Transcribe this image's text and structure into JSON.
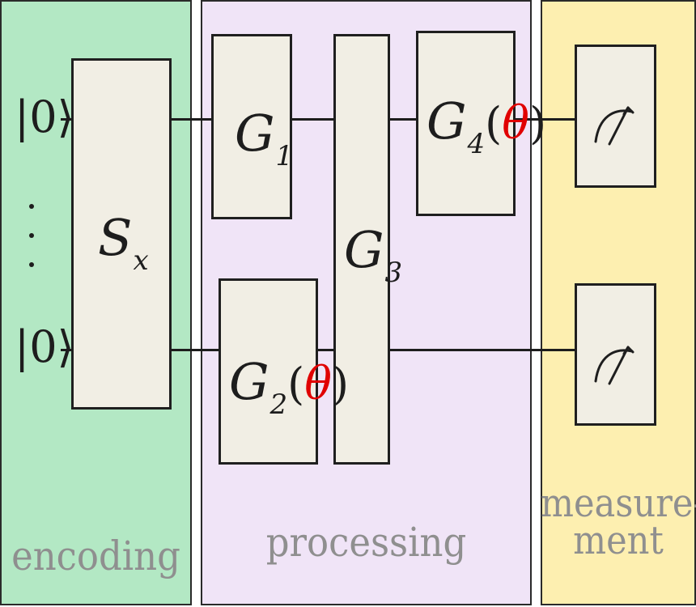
{
  "colors": {
    "encoding_bg": "#b3e8c4",
    "processing_bg": "#f0e4f7",
    "measurement_bg": "#fdefb0",
    "gate_fill": "#f1eee4",
    "theta_color": "#e00000",
    "label_color": "#8f8f8f"
  },
  "panels": {
    "encoding": {
      "label": "encoding"
    },
    "processing": {
      "label": "processing"
    },
    "measurement": {
      "label": "measure-\nment"
    }
  },
  "qubits": {
    "top": "|0⟩",
    "bottom": "|0⟩"
  },
  "gates": {
    "sx": {
      "main": "S",
      "sub": "x"
    },
    "g1": {
      "main": "G",
      "sub": "1"
    },
    "g2": {
      "main": "G",
      "sub": "2",
      "param": "θ"
    },
    "g3": {
      "main": "G",
      "sub": "3"
    },
    "g4": {
      "main": "G",
      "sub": "4",
      "param": "θ"
    }
  },
  "icons": {
    "measurement_meter": "measurement-meter-icon"
  }
}
